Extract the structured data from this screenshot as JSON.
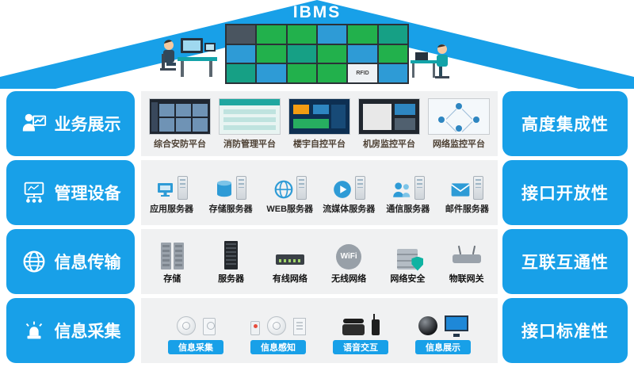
{
  "header": {
    "title": "IBMS"
  },
  "dashboard": {
    "rfid_tile": "RFID"
  },
  "rows": [
    {
      "left": "业务展示",
      "right": "高度集成性",
      "platforms": [
        "综合安防平台",
        "消防管理平台",
        "楼宇自控平台",
        "机房监控平台",
        "网络监控平台"
      ]
    },
    {
      "left": "管理设备",
      "right": "接口开放性",
      "servers": [
        "应用服务器",
        "存储服务器",
        "WEB服务器",
        "流媒体服务器",
        "通信服务器",
        "邮件服务器"
      ]
    },
    {
      "left": "信息传输",
      "right": "互联互通性",
      "items": [
        "存储",
        "服务器",
        "有线网络",
        "无线网络",
        "网络安全",
        "物联网关"
      ],
      "wifi": "WiFi"
    },
    {
      "left": "信息采集",
      "right": "接口标准性",
      "groups": [
        "信息采集",
        "信息感知",
        "语音交互",
        "信息展示"
      ]
    }
  ],
  "colors": {
    "accent": "#18a0e8"
  }
}
